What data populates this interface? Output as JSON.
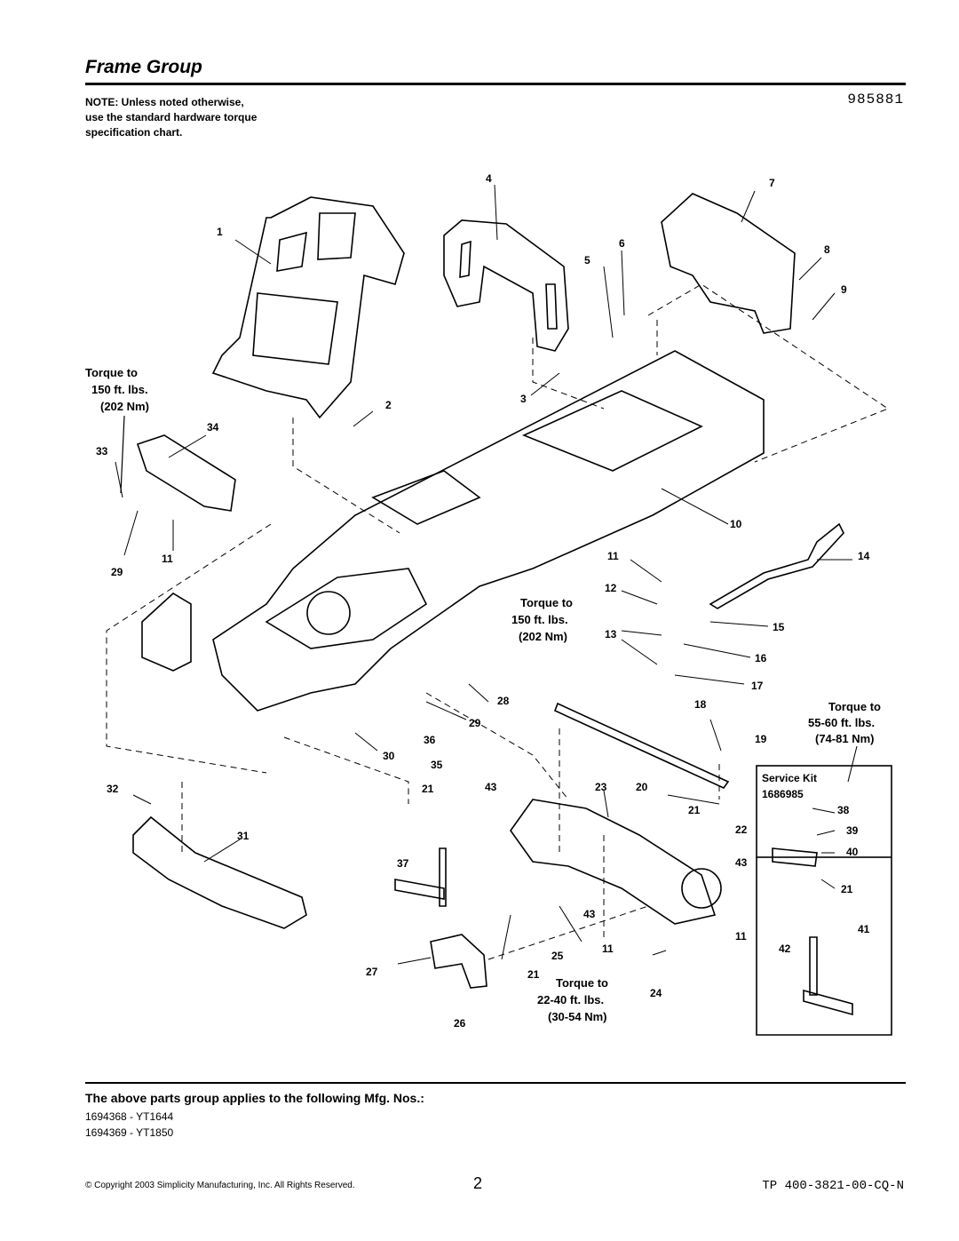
{
  "header": {
    "title": "Frame Group",
    "part_number": "985881",
    "note_line1": "NOTE: Unless noted otherwise,",
    "note_line2": "use the standard hardware torque",
    "note_line3": "specification chart."
  },
  "torque_specs": {
    "spec_a": {
      "label": "Torque to",
      "value": "150 ft. lbs.",
      "metric": "(202 Nm)"
    },
    "spec_b": {
      "label": "Torque to",
      "value": "150 ft. lbs.",
      "metric": "(202 Nm)"
    },
    "spec_c": {
      "label": "Torque to",
      "value": "55-60 ft. lbs.",
      "metric": "(74-81 Nm)"
    },
    "spec_d": {
      "label": "Torque to",
      "value": "22-40 ft. lbs.",
      "metric": "(30-54 Nm)"
    }
  },
  "service_kit": {
    "label": "Service Kit",
    "number": "1686985"
  },
  "callouts": [
    "1",
    "2",
    "3",
    "4",
    "5",
    "6",
    "7",
    "8",
    "9",
    "10",
    "11",
    "12",
    "13",
    "14",
    "15",
    "16",
    "17",
    "18",
    "19",
    "20",
    "21",
    "22",
    "23",
    "24",
    "25",
    "26",
    "27",
    "28",
    "29",
    "30",
    "31",
    "32",
    "33",
    "34",
    "35",
    "36",
    "37",
    "38",
    "39",
    "40",
    "41",
    "42",
    "43"
  ],
  "applies": {
    "heading": "The above parts group applies to the following Mfg. Nos.:",
    "models": [
      "1694368 - YT1644",
      "1694369 - YT1850"
    ]
  },
  "footer": {
    "copyright": "© Copyright 2003 Simplicity Manufacturing, Inc. All Rights Reserved.",
    "page": "2",
    "doc": "TP 400-3821-00-CQ-N"
  }
}
